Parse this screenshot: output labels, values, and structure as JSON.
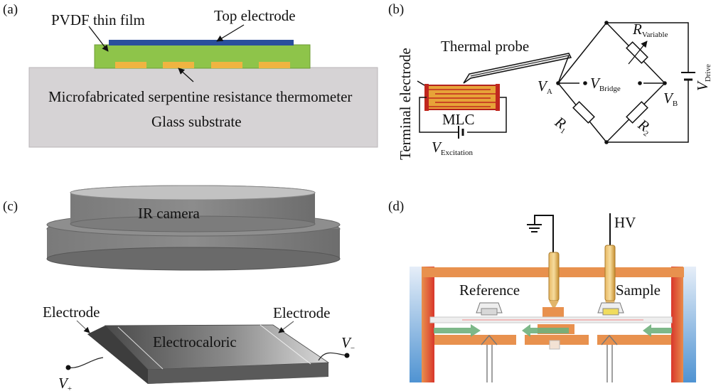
{
  "panels": {
    "a": {
      "label": "(a)",
      "film_label": "PVDF thin film",
      "top_electrode_label": "Top electrode",
      "thermometer_label": "Microfabricated serpentine resistance  thermometer",
      "substrate_label": "Glass substrate",
      "colors": {
        "film": "#8ec44a",
        "top_electrode": "#2a4f9c",
        "substrate": "#d6d3d5",
        "heater": "#f0b441"
      }
    },
    "b": {
      "label": "(b)",
      "probe_label": "Thermal probe",
      "terminal_label": "Terminal electrode",
      "mlc_label": "MLC",
      "va": {
        "main": "V",
        "sub": "A"
      },
      "vb": {
        "main": "V",
        "sub": "B"
      },
      "vbridge": {
        "main": "V",
        "sub": "Bridge"
      },
      "rvar": {
        "main": "R",
        "sub": "Variable"
      },
      "vdrive": {
        "main": "V",
        "sub": "Drive"
      },
      "r1": {
        "main": "R",
        "sub": "1"
      },
      "r2": {
        "main": "R",
        "sub": "2"
      },
      "vexc": {
        "main": "V",
        "sub": "Excitation"
      }
    },
    "c": {
      "label": "(c)",
      "camera_label": "IR camera",
      "electrode_left_label": "Electrode",
      "electrode_right_label": "Electrode",
      "sample_label": "Electrocaloric",
      "vminus": {
        "main": "V",
        "sub": "−"
      },
      "vplus": {
        "main": "V",
        "sub": "+"
      }
    },
    "d": {
      "label": "(d)",
      "hv_label": "HV",
      "reference_label": "Reference",
      "sample_label": "Sample",
      "colors": {
        "frame": "#e8914e",
        "hot": "#d9362b",
        "cold": "#4f93d2",
        "flow": "#6fb07c"
      }
    }
  }
}
